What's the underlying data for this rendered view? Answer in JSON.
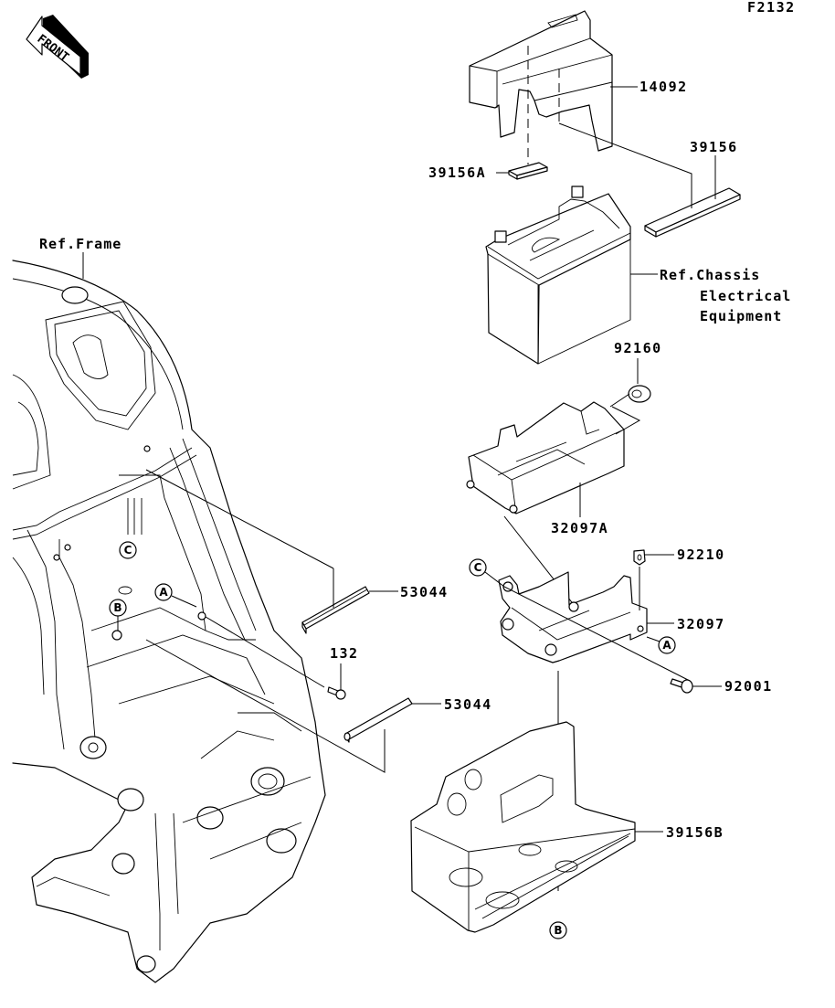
{
  "diagram": {
    "code": "F2132",
    "front_label": "FRONT",
    "parts": {
      "p14092": "14092",
      "p39156": "39156",
      "p39156A": "39156A",
      "p92160": "92160",
      "p32097A": "32097A",
      "p92210": "92210",
      "p32097": "32097",
      "p92001": "92001",
      "p53044_upper": "53044",
      "p53044_lower": "53044",
      "p132": "132",
      "p39156B": "39156B"
    },
    "refs": {
      "frame": "Ref.Frame",
      "chassis_line1": "Ref.Chassis",
      "chassis_line2": "Electrical",
      "chassis_line3": "Equipment"
    },
    "markers": {
      "A": "A",
      "B": "B",
      "C": "C"
    }
  }
}
